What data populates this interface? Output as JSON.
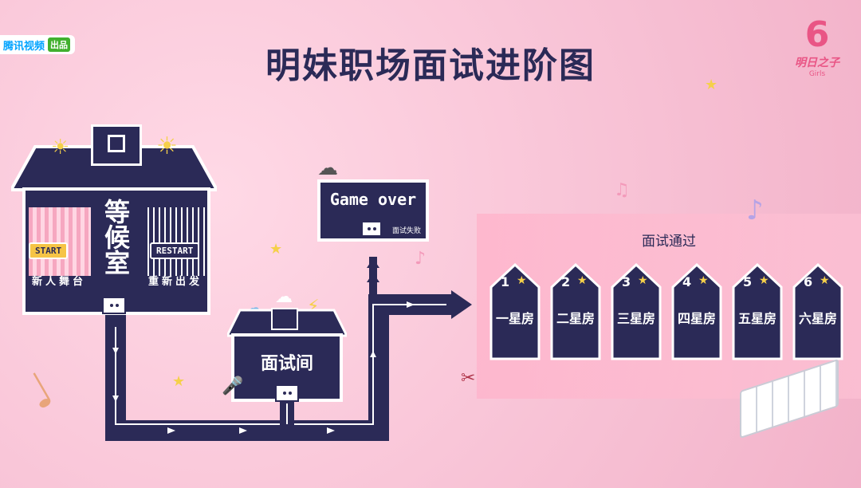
{
  "brand": {
    "name": "腾讯视频",
    "tag": "出品"
  },
  "title": "明妹职场面试进阶图",
  "logo": {
    "text": "明日之子",
    "sub": "Girls"
  },
  "waiting_room": {
    "title": "等候室",
    "left_sign": "START",
    "left_label": "新人舞台",
    "right_sign": "RESTART",
    "right_label": "重新出发"
  },
  "interview_room": {
    "label": "面试间"
  },
  "game_over": {
    "label": "Game over",
    "sub": "面试失败"
  },
  "pass_panel": {
    "title": "面试通过",
    "rooms": [
      {
        "num": "1",
        "label": "一星房"
      },
      {
        "num": "2",
        "label": "二星房"
      },
      {
        "num": "3",
        "label": "三星房"
      },
      {
        "num": "4",
        "label": "四星房"
      },
      {
        "num": "5",
        "label": "五星房"
      },
      {
        "num": "6",
        "label": "六星房"
      }
    ]
  },
  "colors": {
    "navy": "#2b2a57",
    "pink": "#f8c3d6",
    "accent": "#e95585"
  }
}
